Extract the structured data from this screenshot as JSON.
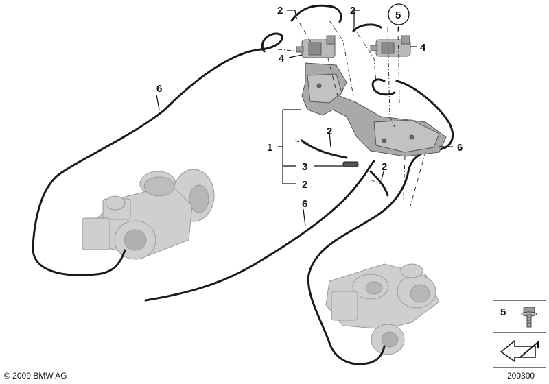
{
  "callouts": {
    "c2_top_left": "2",
    "c2_top_mid": "2",
    "c5_circled": "5",
    "c4_left": "4",
    "c4_right": "4",
    "c6_left": "6",
    "c6_right": "6",
    "c6_bottom": "6",
    "c1": "1",
    "c2_mid_a": "2",
    "c3": "3",
    "c2_mid_b": "2",
    "c2_lower": "2"
  },
  "footer": {
    "copyright": "© 2009 BMW AG",
    "doc_number": "200300"
  },
  "legend": {
    "item_number": "5"
  },
  "colors": {
    "line": "#1a1a1a",
    "part_fill": "#b9b9b9",
    "part_stroke": "#6e6e6e",
    "turbo_fill": "#c8c8c8"
  }
}
